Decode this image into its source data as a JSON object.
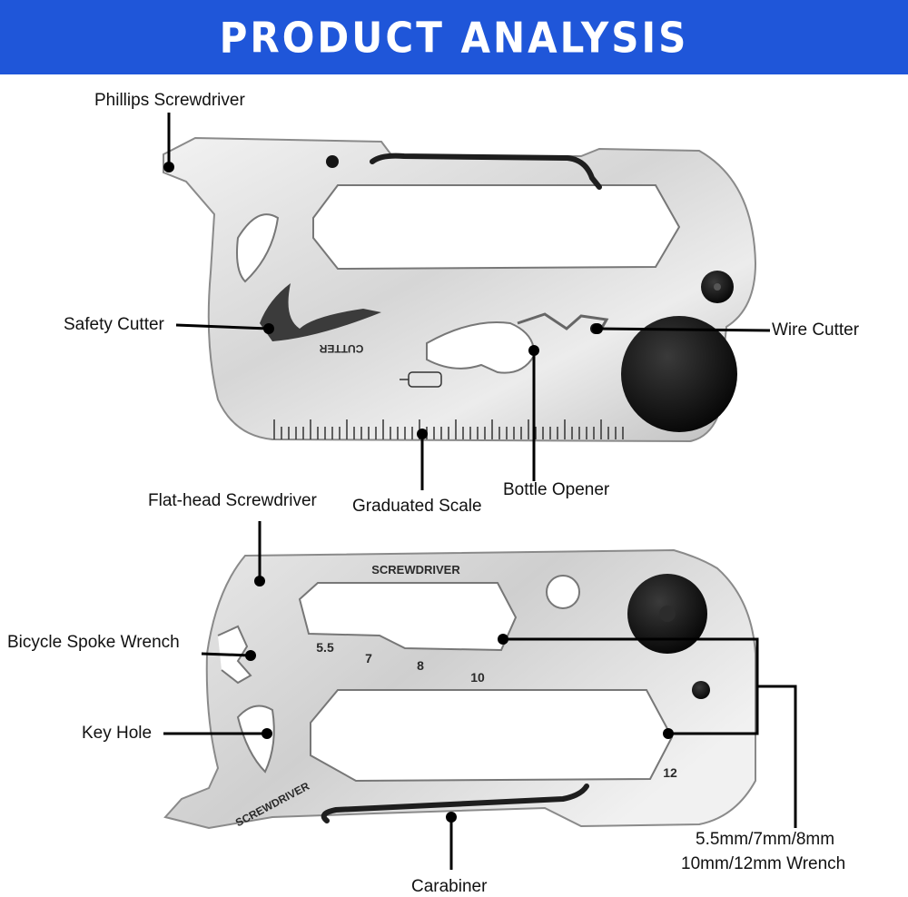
{
  "banner": {
    "title": "PRODUCT ANALYSIS",
    "color": "#1f56d9"
  },
  "labels": {
    "phillips": "Phillips Screwdriver",
    "safety_cutter": "Safety Cutter",
    "wire_cutter": "Wire Cutter",
    "graduated_scale": "Graduated Scale",
    "bottle_opener": "Bottle Opener",
    "flat_head": "Flat-head Screwdriver",
    "spoke_wrench": "Bicycle Spoke Wrench",
    "key_hole": "Key Hole",
    "carabiner": "Carabiner",
    "wrench_line1": "5.5mm/7mm/8mm",
    "wrench_line2": "10mm/12mm Wrench"
  },
  "engravings": {
    "cutter": "CUTTER",
    "screwdriver_top": "SCREWDRIVER",
    "screwdriver_side": "SCREWDRIVER",
    "size_55": "5.5",
    "size_7": "7",
    "size_8": "8",
    "size_10": "10",
    "size_12": "12"
  }
}
